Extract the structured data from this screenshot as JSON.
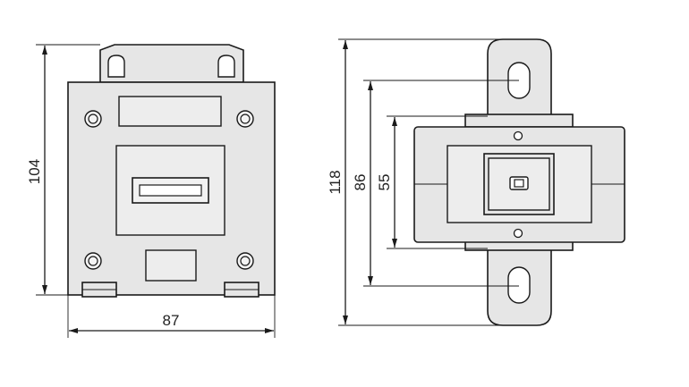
{
  "dimensions": {
    "front_height": "104",
    "front_width": "87",
    "side_total_height": "118",
    "side_slot_pitch": "86",
    "side_body_height": "55"
  },
  "colors": {
    "body_fill": "#e6e6e6",
    "outline": "#1a1a1a",
    "background": "#ffffff"
  }
}
